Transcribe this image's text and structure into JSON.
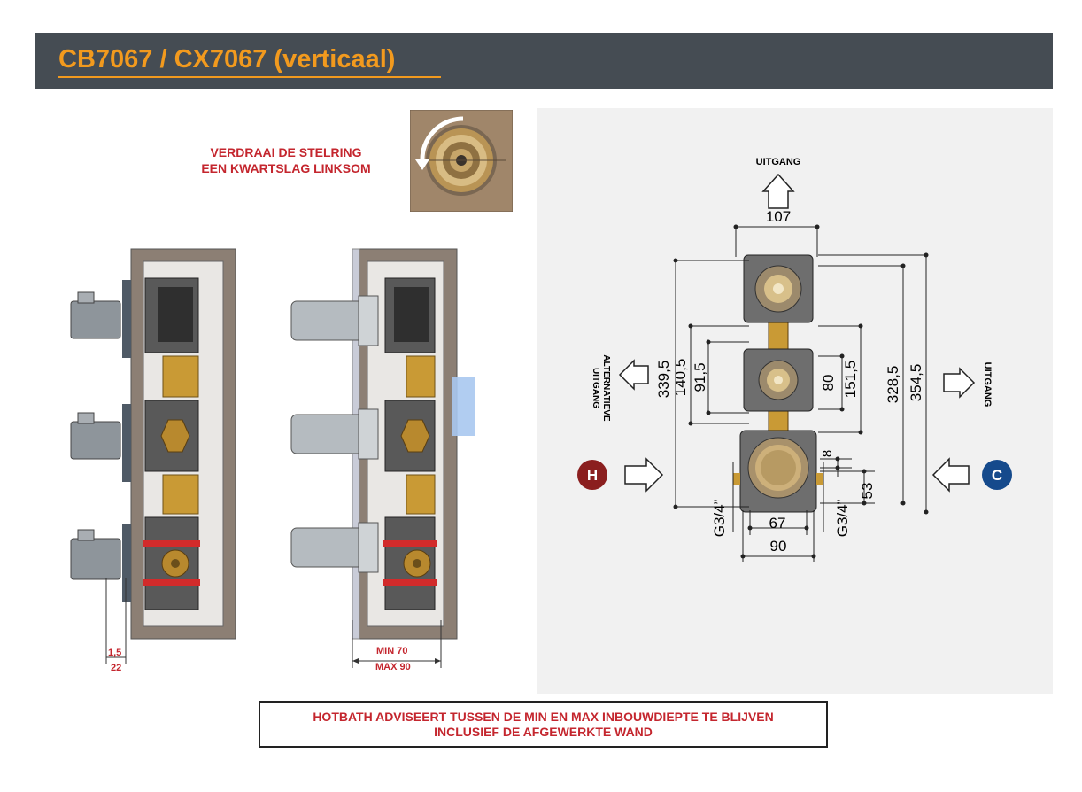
{
  "header": {
    "title": "CB7067 / CX7067 (verticaal)",
    "background": "#454c53",
    "title_color": "#f29a1e"
  },
  "rotate_note": {
    "line1": "VERDRAAI DE STELRING",
    "line2": "EEN KWARTSLAG LINKSOM"
  },
  "side_view_left": {
    "dim_1": "1,5",
    "dim_2": "22"
  },
  "side_view_right": {
    "dim_min": "MIN 70",
    "dim_max": "MAX 90"
  },
  "advice": {
    "line1": "HOTBATH ADVISEERT TUSSEN DE MIN EN MAX INBOUWDIEPTE TE BLIJVEN",
    "line2": "INCLUSIEF DE AFGEWERKTE WAND"
  },
  "tech_drawing": {
    "outlet_top": "UITGANG",
    "outlet_right": "UITGANG",
    "outlet_alt_line1": "ALTERNATIEVE",
    "outlet_alt_line2": "UITGANG",
    "hot_badge": "H",
    "cold_badge": "C",
    "hot_color": "#8b1f1f",
    "cold_color": "#154a8c",
    "dims": {
      "width_top": "107",
      "d339": "339,5",
      "d140": "140,5",
      "d91": "91,5",
      "d80": "80",
      "d151": "151,5",
      "d328": "328,5",
      "d354": "354,5",
      "d8": "8",
      "d53": "53",
      "d67": "67",
      "d90": "90",
      "thread_left": "G3/4”",
      "thread_right": "G3/4”"
    }
  },
  "accent_color": "#c4262e"
}
